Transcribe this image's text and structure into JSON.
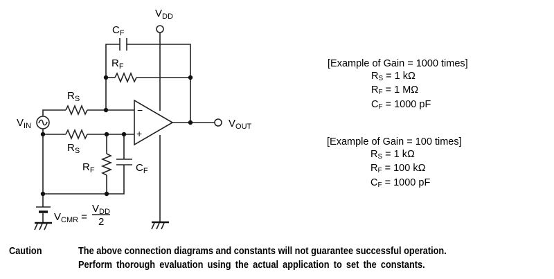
{
  "labels": {
    "vdd": {
      "main": "V",
      "sub": "DD"
    },
    "vin": {
      "main": "V",
      "sub": "IN"
    },
    "vout": {
      "main": "V",
      "sub": "OUT"
    },
    "rs_top": {
      "main": "R",
      "sub": "S"
    },
    "rs_bottom": {
      "main": "R",
      "sub": "S"
    },
    "rf_top": {
      "main": "R",
      "sub": "F"
    },
    "rf_bottom": {
      "main": "R",
      "sub": "F"
    },
    "cf_top": {
      "main": "C",
      "sub": "F"
    },
    "cf_bottom": {
      "main": "C",
      "sub": "F"
    },
    "vcmr": {
      "main": "V",
      "sub": "CMR",
      "equals": "=",
      "numerator_main": "V",
      "numerator_sub": "DD",
      "denominator": "2"
    },
    "opamp_minus": "−",
    "opamp_plus": "+"
  },
  "examples": [
    {
      "heading": "[Example of Gain = 1000 times]",
      "rows": [
        {
          "main": "R",
          "sub": "S",
          "value": " = 1 kΩ"
        },
        {
          "main": "R",
          "sub": "F",
          "value": " = 1 MΩ"
        },
        {
          "main": "C",
          "sub": "F",
          "value": " = 1000 pF"
        }
      ]
    },
    {
      "heading": "[Example of Gain = 100 times]",
      "rows": [
        {
          "main": "R",
          "sub": "S",
          "value": " = 1 kΩ"
        },
        {
          "main": "R",
          "sub": "F",
          "value": " = 100 kΩ"
        },
        {
          "main": "C",
          "sub": "F",
          "value": " = 1000 pF"
        }
      ]
    }
  ],
  "caution": {
    "label": "Caution",
    "line1": "The above connection diagrams and constants will not guarantee successful operation.",
    "line2": "Perform thorough evaluation using the actual application to set the constants."
  }
}
